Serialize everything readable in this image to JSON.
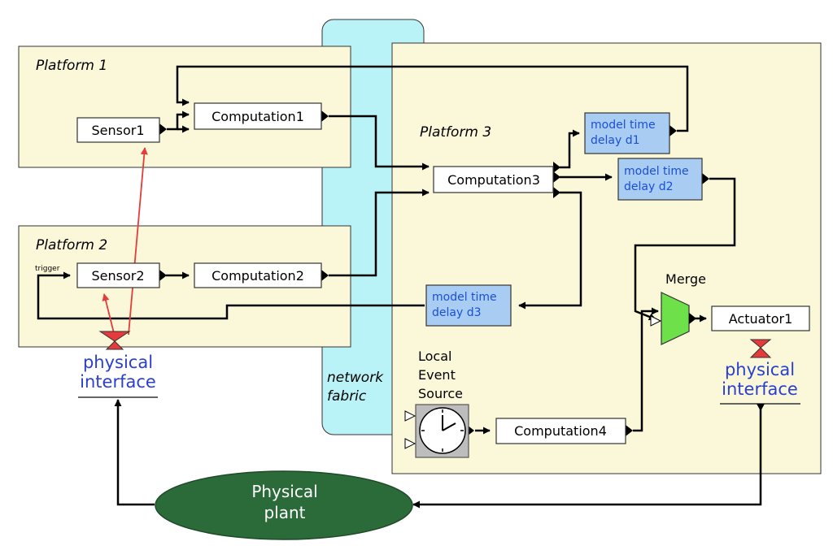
{
  "platforms": {
    "p1": "Platform 1",
    "p2": "Platform 2",
    "p3": "Platform 3"
  },
  "fabric": {
    "line1": "network",
    "line2": "fabric"
  },
  "actors": {
    "sensor1": "Sensor1",
    "sensor2": "Sensor2",
    "computation1": "Computation1",
    "computation2": "Computation2",
    "computation3": "Computation3",
    "computation4": "Computation4",
    "actuator1": "Actuator1",
    "trigger": "trigger",
    "merge": "Merge"
  },
  "delays": {
    "d1": {
      "line1": "model time",
      "line2": "delay d1"
    },
    "d2": {
      "line1": "model time",
      "line2": "delay d2"
    },
    "d3": {
      "line1": "model time",
      "line2": "delay d3"
    }
  },
  "event_source": {
    "line1": "Local",
    "line2": "Event",
    "line3": "Source"
  },
  "physical_interface": {
    "line1": "physical",
    "line2": "interface"
  },
  "plant": {
    "line1": "Physical",
    "line2": "plant"
  },
  "colors": {
    "platform_fill": "#fbf8d9",
    "fabric_fill": "#b9f3f7",
    "delay_fill": "#a9cdf2",
    "delay_text": "#1a4fd6",
    "interface_text": "#2a3fcf",
    "merge_fill": "#6ee04a",
    "plant_fill": "#2b6b3a",
    "red": "#e53b3b"
  }
}
